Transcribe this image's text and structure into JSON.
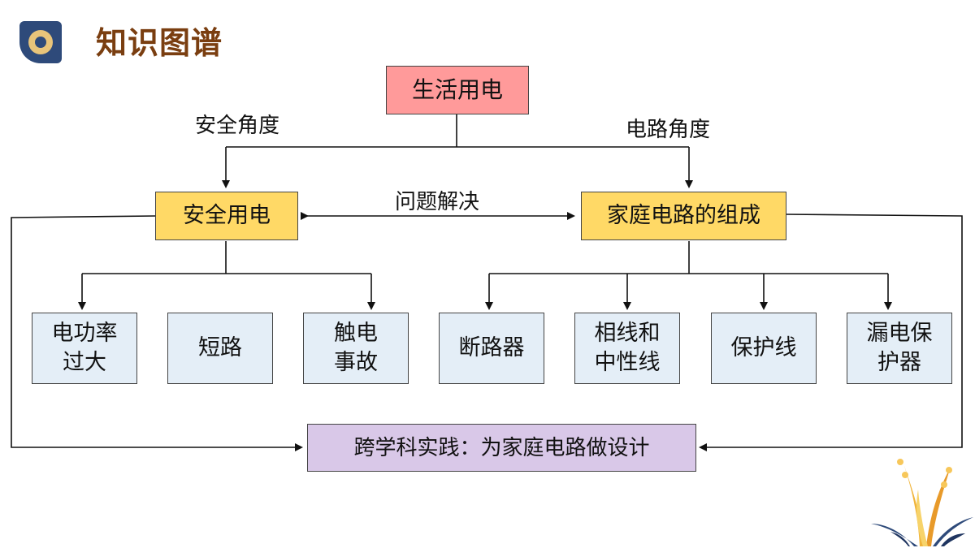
{
  "header": {
    "title": "知识图谱",
    "logo": "ring-logo-icon"
  },
  "nodes": {
    "root": "生活用电",
    "safety": "安全用电",
    "circuit": "家庭电路的组成",
    "power": "电功率\n过大",
    "short": "短路",
    "shock": "触电\n事故",
    "breaker": "断路器",
    "wires": "相线和\n中性线",
    "ground": "保护线",
    "leakage": "漏电保\n护器",
    "practice": "跨学科实践：为家庭电路做设计"
  },
  "edge_labels": {
    "left": "安全角度",
    "right": "电路角度",
    "middle": "问题解决"
  },
  "colors": {
    "title": "#7a3e10",
    "root_fill": "#ff9a9a",
    "level1_fill": "#ffd966",
    "leaf_fill": "#e4eef7",
    "practice_fill": "#d9c8e8"
  }
}
